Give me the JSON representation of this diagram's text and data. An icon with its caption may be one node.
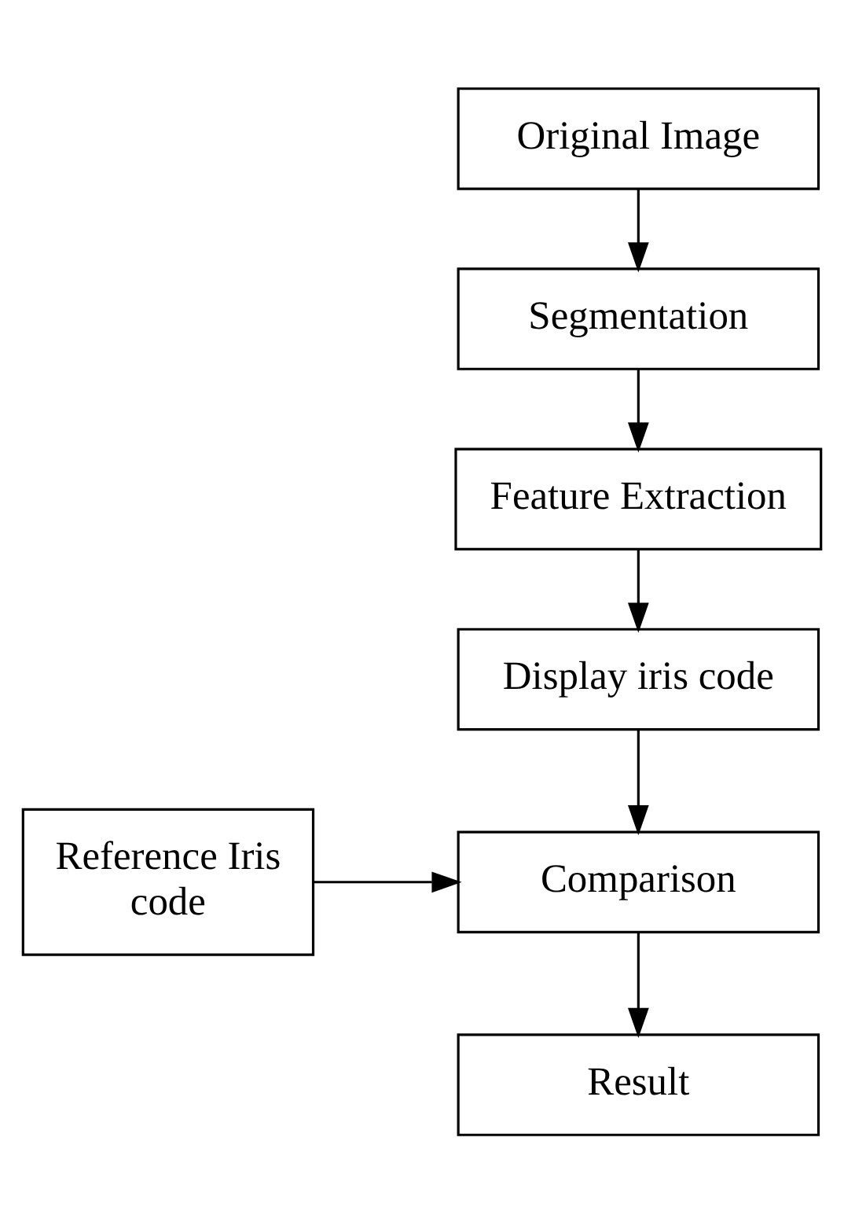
{
  "diagram": {
    "nodes": [
      {
        "text": [
          "Original Image"
        ]
      },
      {
        "text": [
          "Segmentation"
        ]
      },
      {
        "text": [
          "Feature Extraction"
        ]
      },
      {
        "text": [
          "Display iris code"
        ]
      },
      {
        "text": [
          "Reference Iris code"
        ]
      },
      {
        "text": [
          "Comparison"
        ]
      },
      {
        "text": [
          "Result"
        ]
      }
    ],
    "edges": [
      {
        "from": 0,
        "to": 1,
        "arrow": "to"
      },
      {
        "from": 1,
        "to": 2,
        "arrow": "to"
      },
      {
        "from": 2,
        "to": 3,
        "arrow": "to"
      },
      {
        "from": 3,
        "to": 5,
        "arrow": "to"
      },
      {
        "from": 4,
        "to": 5,
        "arrow": "to"
      },
      {
        "from": 5,
        "to": 6,
        "arrow": "to"
      }
    ]
  }
}
